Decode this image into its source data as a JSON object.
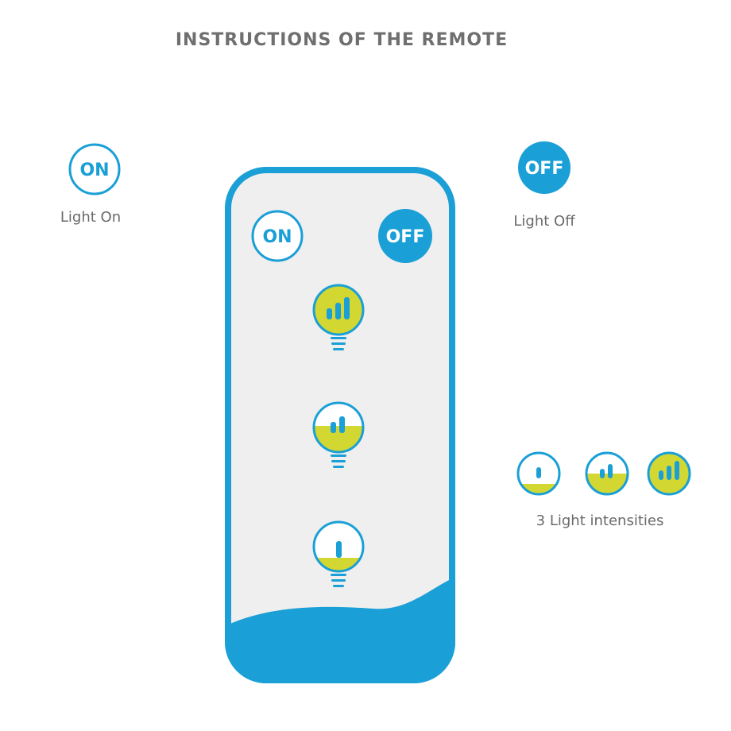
{
  "title": "INSTRUCTIONS OF THE REMOTE",
  "legend": {
    "on": {
      "badge": "ON",
      "caption": "Light On"
    },
    "off": {
      "badge": "OFF",
      "caption": "Light Off"
    },
    "intensities": {
      "caption": "3 Light intensities",
      "levels": [
        "low",
        "medium",
        "high"
      ]
    }
  },
  "remote": {
    "on_button": "ON",
    "off_button": "OFF",
    "intensity_buttons": [
      "high",
      "medium",
      "low"
    ]
  },
  "colors": {
    "accent_blue": "#1a9fd6",
    "yellow": "#d3d732",
    "panel_gray": "#efefef",
    "text_gray": "#6a6a6a"
  },
  "icons": {
    "on": "on-button-icon",
    "off": "off-button-icon",
    "bulb": "light-bulb-icon"
  }
}
